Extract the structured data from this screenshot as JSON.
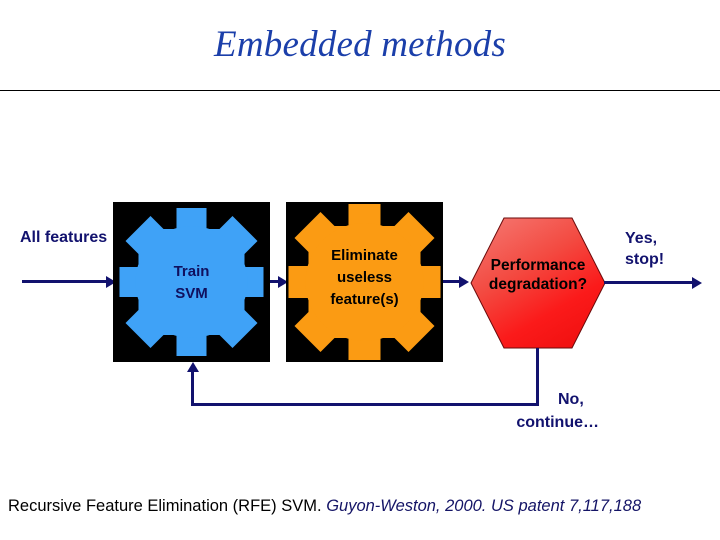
{
  "slide": {
    "title": "Embedded methods",
    "caption_main": "Recursive Feature Elimination (RFE) SVM.",
    "caption_reference": "Guyon-Weston, 2000. US patent 7,117,188"
  },
  "colors": {
    "title_blue": "#1b3faa",
    "navy": "#12126e",
    "gear_blue": "#3fa2f7",
    "gear_orange": "#fb9b13",
    "box_black": "#000000",
    "hex_red_light": "#f4716a",
    "hex_red": "#fb1a1a",
    "background": "#ffffff"
  },
  "flow": {
    "input_label": "All features",
    "nodes": [
      {
        "id": "train-svm",
        "shape": "gear",
        "fill": "#3fa2f7",
        "lines": [
          "Train",
          "SVM"
        ]
      },
      {
        "id": "eliminate-features",
        "shape": "gear",
        "fill": "#fb9b13",
        "lines": [
          "Eliminate",
          "useless",
          "feature(s)"
        ]
      },
      {
        "id": "performance-decision",
        "shape": "hexagon",
        "fill": "#fb1a1a",
        "lines": [
          "Performance",
          "degradation?"
        ]
      }
    ],
    "branch_yes": "Yes,\nstop!",
    "branch_yes_lines": [
      "Yes,",
      "stop!"
    ],
    "branch_no_lines": [
      "No,",
      "continue…"
    ]
  }
}
